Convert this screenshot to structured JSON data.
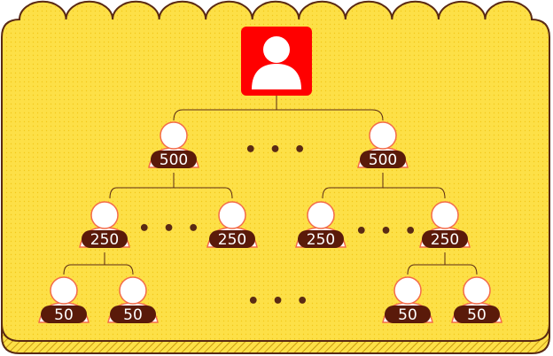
{
  "colors": {
    "card_fill": "#fde047",
    "card_outline": "#5a2a14",
    "card_shadow_hatch": "#f5c21a",
    "root_tile": "#ff0000",
    "badge": "#5a1a0a",
    "person_outline": "#f36b4a",
    "connector": "#5a2a14"
  },
  "icons": {
    "root": "person-icon",
    "node": "person-icon"
  },
  "tree": {
    "level1": {
      "left_value": "500",
      "right_value": "500",
      "ellipsis": "• • •"
    },
    "level2": {
      "values": [
        "250",
        "250",
        "250",
        "250"
      ],
      "ellipsis_left": "• • •",
      "ellipsis_right": "• • •"
    },
    "level3": {
      "values": [
        "50",
        "50",
        "50",
        "50"
      ],
      "ellipsis": "• • •"
    }
  }
}
